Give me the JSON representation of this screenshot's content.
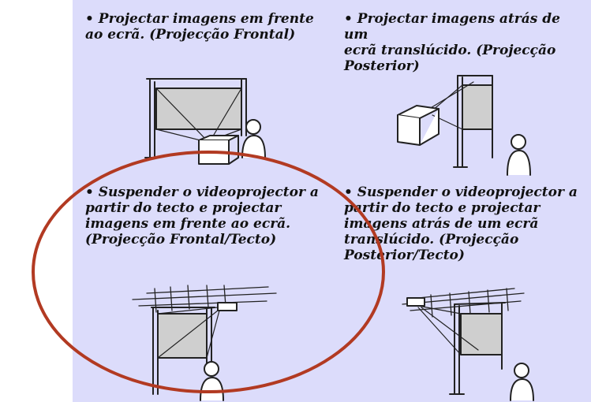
{
  "captions": {
    "front": "• Projectar imagens em frente\nao ecrã. (Projecção Frontal)",
    "rear": "• Projectar imagens atrás de um\necrã translúcido. (Projecção\nPosterior)",
    "front_ceiling": "• Suspender o videoprojector a\npartir do tecto e projectar\nimagens em frente ao ecrã.\n(Projecção Frontal/Tecto)",
    "rear_ceiling": "• Suspender o videoprojector a\npartir do tecto e projectar\nimagens atrás de um ecrã\ntranslúcido. (Projecção\nPosterior/Tecto)"
  },
  "colors": {
    "panel_background": "#dcdcfb",
    "highlight_ellipse": "#b23a22",
    "screen_fill": "#cfcfcf",
    "line_art": "#222222"
  },
  "highlight": {
    "target": "front_ceiling",
    "shape": "ellipse"
  },
  "icons": [
    "projection-screen-icon",
    "projector-icon",
    "viewer-icon",
    "ceiling-grid-icon",
    "ceiling-projector-icon"
  ]
}
